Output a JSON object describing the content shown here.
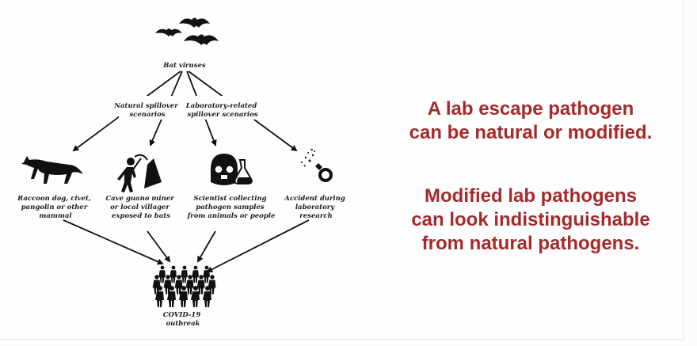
{
  "diagram": {
    "nodes": {
      "source": "Bat viruses",
      "natural": [
        "Natural spillover",
        "scenarios"
      ],
      "lab": [
        "Laboratory-related",
        "spillover scenarios"
      ],
      "animal": [
        "Raccoon dog, civet,",
        "pangolin or other",
        "mammal"
      ],
      "miner": [
        "Cave guano miner",
        "or local villager",
        "exposed to bats"
      ],
      "scientist": [
        "Scientist collecting",
        "pathogen samples",
        "from animals or people"
      ],
      "accident": [
        "Accident during",
        "laboratory",
        "research"
      ],
      "outbreak": [
        "COVID-19",
        "outbreak"
      ]
    },
    "icons": {
      "bats": "bats-icon",
      "animal": "raccoon-dog-icon",
      "miner": "miner-icon",
      "scientist": "scientist-icon",
      "accident": "broken-flask-icon",
      "crowd": "people-crowd-icon"
    },
    "colors": {
      "ink": "#111111"
    }
  },
  "message": {
    "color": "#a52a2a",
    "paragraph1": [
      "A lab escape pathogen",
      "can be natural or modified."
    ],
    "paragraph2": [
      "Modified lab pathogens",
      "can look indistinguishable",
      "from natural pathogens."
    ]
  }
}
